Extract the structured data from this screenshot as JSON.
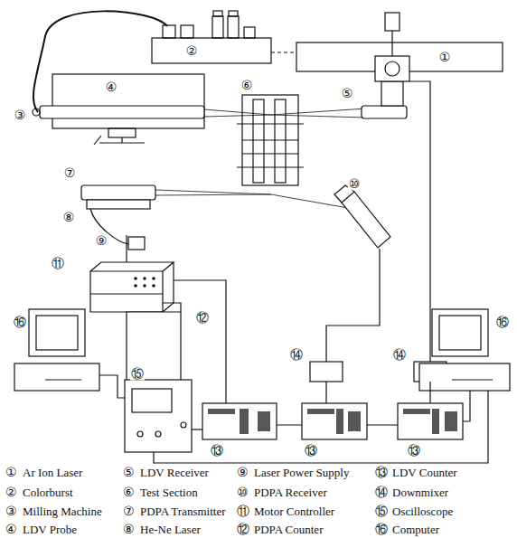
{
  "diagram": {
    "labels": [
      "①",
      "②",
      "③",
      "④",
      "⑤",
      "⑥",
      "⑦",
      "⑧",
      "⑨",
      "⑩",
      "⑪",
      "⑫",
      "⑯",
      "⑮",
      "⑬",
      "⑬",
      "⑬",
      "⑭",
      "⑭",
      "⑯",
      "①",
      "Ar Ion Laser",
      "⑤",
      "LDV Receiver",
      "⑨",
      "Laser Power Supply",
      "⑬",
      "LDV Counter",
      "②",
      "Colorburst",
      "⑥",
      "Test Section",
      "⑩",
      "PDPA Receiver",
      "⑭",
      "Downmixer",
      "③",
      "Milling Machine",
      "⑦",
      "PDPA Transmitter",
      "⑪",
      "Motor Controller",
      "⑮",
      "Oscilloscope",
      "④",
      "LDV Probe",
      "⑧",
      "He-Ne Laser",
      "⑫",
      "PDPA Counter",
      "⑯",
      "Computer"
    ]
  }
}
